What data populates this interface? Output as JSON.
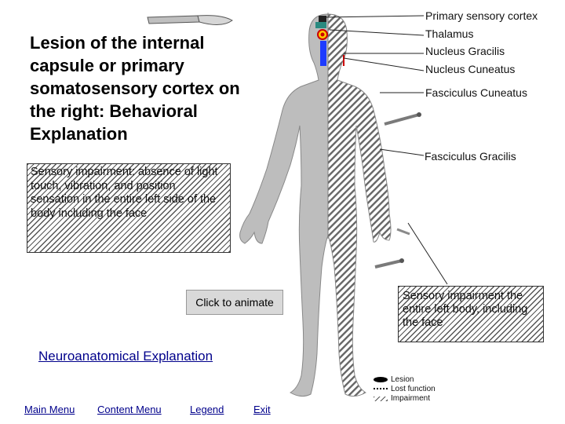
{
  "title": "Lesion of the internal capsule or primary somatosensory cortex on the right: Behavioral Explanation",
  "impairment_box": "Sensory impairment: absence of light touch, vibration, and position sensation in the entire left side of the body including the face",
  "animate_button": "Click to animate",
  "impairment_callout": "Sensory impairment the entire left body, including the face",
  "neuro_link": "Neuroanatomical Explanation",
  "labels": {
    "primary_sensory_cortex": "Primary sensory cortex",
    "thalamus": "Thalamus",
    "nucleus_gracilis": "Nucleus Gracilis",
    "nucleus_cuneatus": "Nucleus Cuneatus",
    "fasciculus_cuneatus": "Fasciculus Cuneatus",
    "fasciculus_gracilis": "Fasciculus Gracilis"
  },
  "legend": {
    "lesion": "Lesion",
    "lost_function": "Lost function",
    "impairment": "Impairment"
  },
  "nav": {
    "main_menu": "Main Menu",
    "content_menu": "Content Menu",
    "legend": "Legend",
    "exit": "Exit"
  },
  "icons": [
    "scalpel-icon",
    "tuning-fork-icon",
    "reflex-hammer-icon"
  ]
}
